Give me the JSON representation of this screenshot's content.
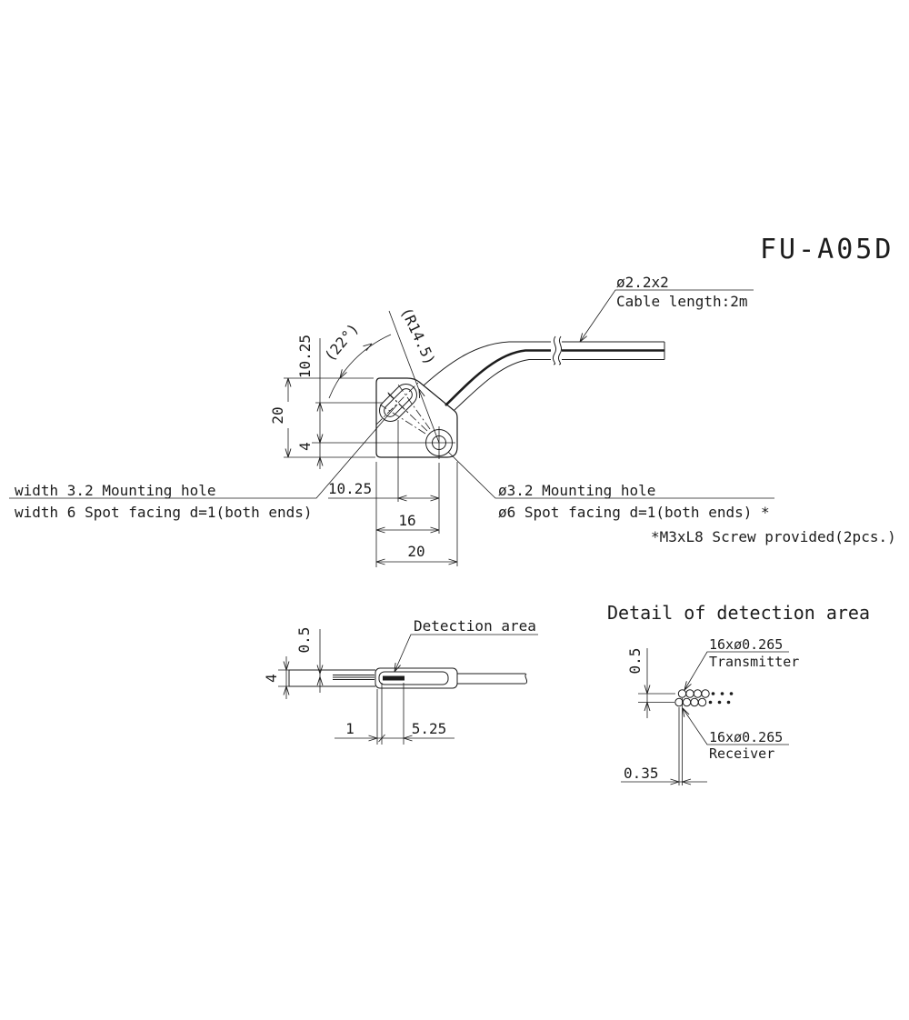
{
  "colors": {
    "ink": "#1c1c1c",
    "background": "#ffffff"
  },
  "title": "FU-A05D",
  "top_view": {
    "cable_spec": "ø2.2x2",
    "cable_length": "Cable length:2m",
    "dim_slot_to_hole_v": "10.25",
    "dim_height": "20",
    "dim_hole_to_bottom": "4",
    "dim_angle": "(22°)",
    "dim_radius": "(R14.5)",
    "dim_slot_to_hole_h": "10.25",
    "dim_hole_from_left": "16",
    "dim_width": "20",
    "slot_hole_label_1": "width 3.2 Mounting hole",
    "slot_hole_label_2": "width 6 Spot facing d=1(both ends)",
    "round_hole_label_1": "ø3.2 Mounting hole",
    "round_hole_label_2": "ø6 Spot facing d=1(both ends) *",
    "screw_note": "*M3xL8 Screw provided(2pcs.)"
  },
  "side_view": {
    "detection_area_label": "Detection area",
    "dim_fiber_offset": "0.5",
    "dim_thickness": "4",
    "dim_detection_offset": "1",
    "dim_detection_length": "5.25"
  },
  "detail_view": {
    "title": "Detail of detection area",
    "dim_row_gap": "0.5",
    "transmitter_spec": "16xø0.265",
    "transmitter_label": "Transmitter",
    "receiver_spec": "16xø0.265",
    "receiver_label": "Receiver",
    "dim_pitch": "0.35"
  }
}
